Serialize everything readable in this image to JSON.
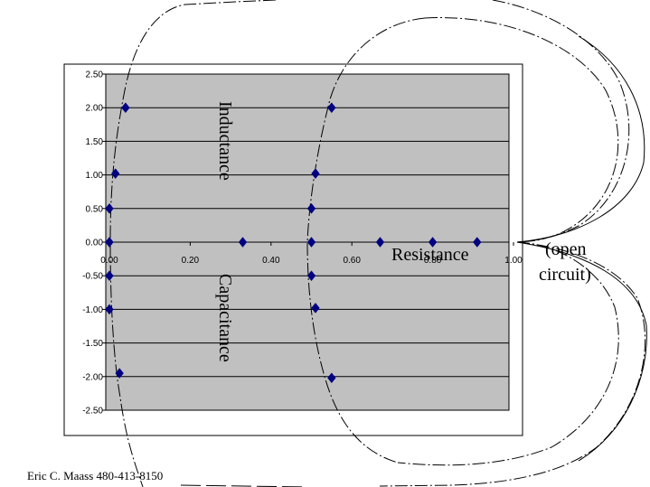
{
  "chart_data": {
    "type": "scatter",
    "title": "",
    "xlabel": "",
    "ylabel": "",
    "xlim": [
      0,
      1
    ],
    "ylim": [
      -2.5,
      2.5
    ],
    "x_ticks": [
      "0.00",
      "0.20",
      "0.40",
      "0.60",
      "0.80",
      "1.00"
    ],
    "y_ticks": [
      "2.50",
      "2.00",
      "1.50",
      "1.00",
      "0.50",
      "0.00",
      "-0.50",
      "-1.00",
      "-1.50",
      "-2.00",
      "-2.50"
    ],
    "grid": true,
    "legend": "none",
    "marker_color": "#000080",
    "plot_background": "#c0c0c0",
    "points": [
      {
        "x": 0.04,
        "y": 2.0
      },
      {
        "x": 0.015,
        "y": 1.02
      },
      {
        "x": 0.0,
        "y": 0.5
      },
      {
        "x": 0.0,
        "y": 0.0
      },
      {
        "x": 0.0,
        "y": -0.5
      },
      {
        "x": 0.0,
        "y": -1.0
      },
      {
        "x": 0.025,
        "y": -1.95
      },
      {
        "x": 0.33,
        "y": 0.0
      },
      {
        "x": 0.5,
        "y": 0.0
      },
      {
        "x": 0.5,
        "y": 0.5
      },
      {
        "x": 0.5,
        "y": -0.5
      },
      {
        "x": 0.51,
        "y": 1.02
      },
      {
        "x": 0.51,
        "y": -0.98
      },
      {
        "x": 0.55,
        "y": 2.0
      },
      {
        "x": 0.55,
        "y": -2.02
      },
      {
        "x": 0.67,
        "y": 0.0
      },
      {
        "x": 0.8,
        "y": 0.0
      },
      {
        "x": 0.91,
        "y": 0.0
      }
    ],
    "annotations": {
      "inductance": "Inductance",
      "capacitance": "Capacitance",
      "resistance": "Resistance",
      "open_line1": "(open",
      "open_line2": "circuit)"
    }
  },
  "footer": {
    "credit": "Eric C. Maass  480-413-8150"
  }
}
